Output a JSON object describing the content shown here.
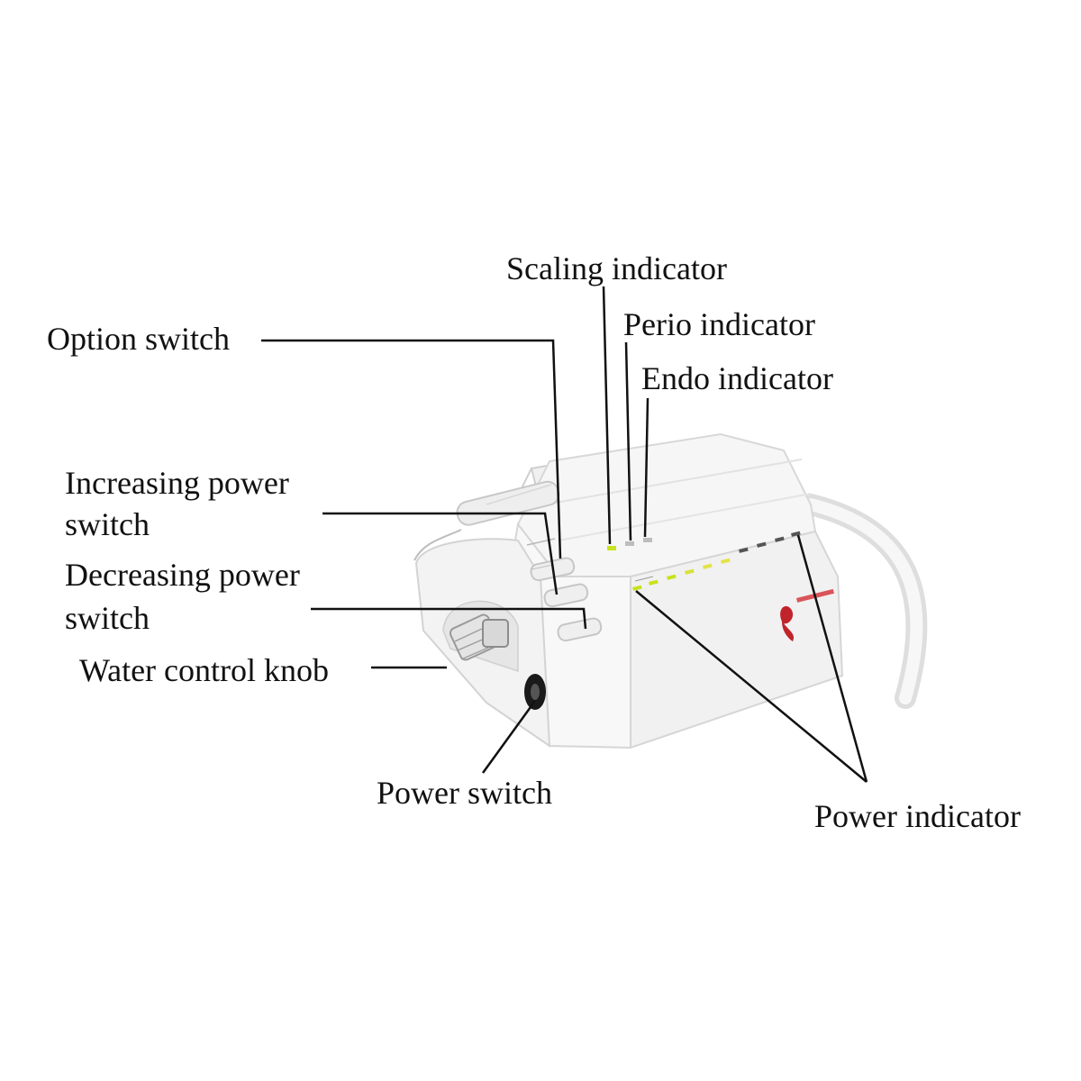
{
  "labels": {
    "scaling_indicator": "Scaling indicator",
    "perio_indicator": "Perio indicator",
    "endo_indicator": "Endo indicator",
    "option_switch": "Option switch",
    "increasing_power_line1": "Increasing power",
    "increasing_power_line2": "switch",
    "decreasing_power_line1": "Decreasing power",
    "decreasing_power_line2": "switch",
    "water_control_knob": "Water control knob",
    "power_switch": "Power switch",
    "power_indicator": "Power indicator"
  },
  "device": {
    "body_color": "#f4f4f4",
    "outline_color": "#d4d4d4",
    "indicator_green": "#c8e21e",
    "indicator_yellow": "#e6e24a",
    "indicator_dark": "#444444",
    "logo_color": "#c0242a",
    "leader_color": "#111111"
  }
}
